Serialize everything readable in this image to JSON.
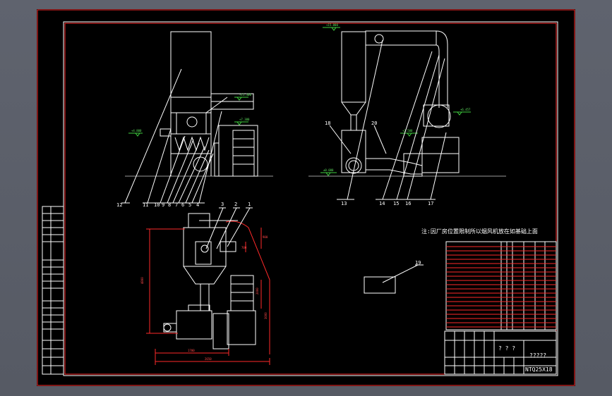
{
  "note": "注:因厂房位置限制所以烟风机放在如基础上面",
  "model": "NTQ25X18",
  "question_marks": "? ? ?",
  "question_marks2": "?????",
  "part_numbers": [
    "1",
    "2",
    "3",
    "4",
    "5",
    "6",
    "7",
    "8",
    "9",
    "10",
    "11",
    "12",
    "13",
    "14",
    "15",
    "16",
    "17",
    "18",
    "19",
    "20"
  ],
  "colors": {
    "frame": "#ff2a2a",
    "line": "#ffffff",
    "level": "#3fd13f",
    "background": "#000000"
  }
}
